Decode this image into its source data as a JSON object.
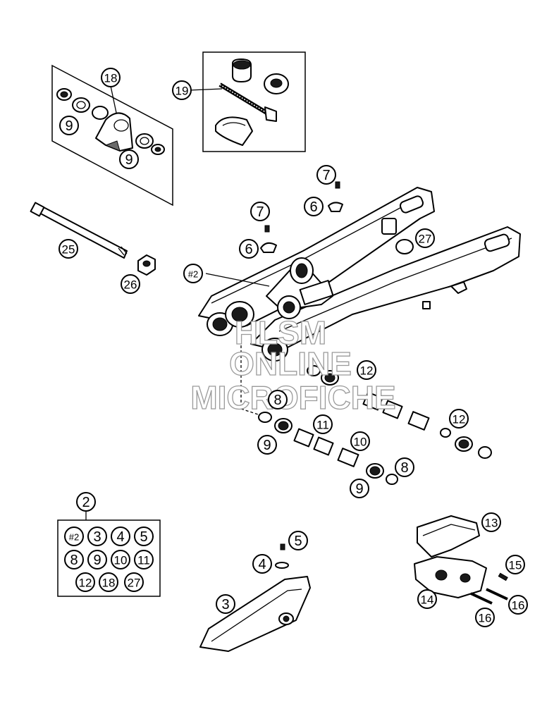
{
  "callouts": [
    {
      "id": "c18",
      "label": "18"
    },
    {
      "id": "c9a",
      "label": "9"
    },
    {
      "id": "c9b",
      "label": "9"
    },
    {
      "id": "c19",
      "label": "19"
    },
    {
      "id": "c7a",
      "label": "7"
    },
    {
      "id": "c6a",
      "label": "6"
    },
    {
      "id": "c7b",
      "label": "7"
    },
    {
      "id": "c6b",
      "label": "6"
    },
    {
      "id": "c27",
      "label": "27"
    },
    {
      "id": "c25",
      "label": "25"
    },
    {
      "id": "c26",
      "label": "26"
    },
    {
      "id": "c2frame",
      "label": "#2"
    },
    {
      "id": "c12a",
      "label": "12"
    },
    {
      "id": "c8a",
      "label": "8"
    },
    {
      "id": "c11",
      "label": "11"
    },
    {
      "id": "c12b",
      "label": "12"
    },
    {
      "id": "c9c",
      "label": "9"
    },
    {
      "id": "c10",
      "label": "10"
    },
    {
      "id": "c8b",
      "label": "8"
    },
    {
      "id": "c9d",
      "label": "9"
    },
    {
      "id": "c2",
      "label": "2"
    },
    {
      "id": "c13",
      "label": "13"
    },
    {
      "id": "c5",
      "label": "5"
    },
    {
      "id": "c4",
      "label": "4"
    },
    {
      "id": "c15",
      "label": "15"
    },
    {
      "id": "c3",
      "label": "3"
    },
    {
      "id": "c14",
      "label": "14"
    },
    {
      "id": "c16a",
      "label": "16"
    },
    {
      "id": "c16b",
      "label": "16"
    }
  ],
  "kit_contents": [
    "#2",
    "3",
    "4",
    "5",
    "8",
    "9",
    "10",
    "11",
    "12",
    "18",
    "27"
  ],
  "watermark": [
    "HLSM",
    "ONLINE",
    "MICROFICHE"
  ]
}
